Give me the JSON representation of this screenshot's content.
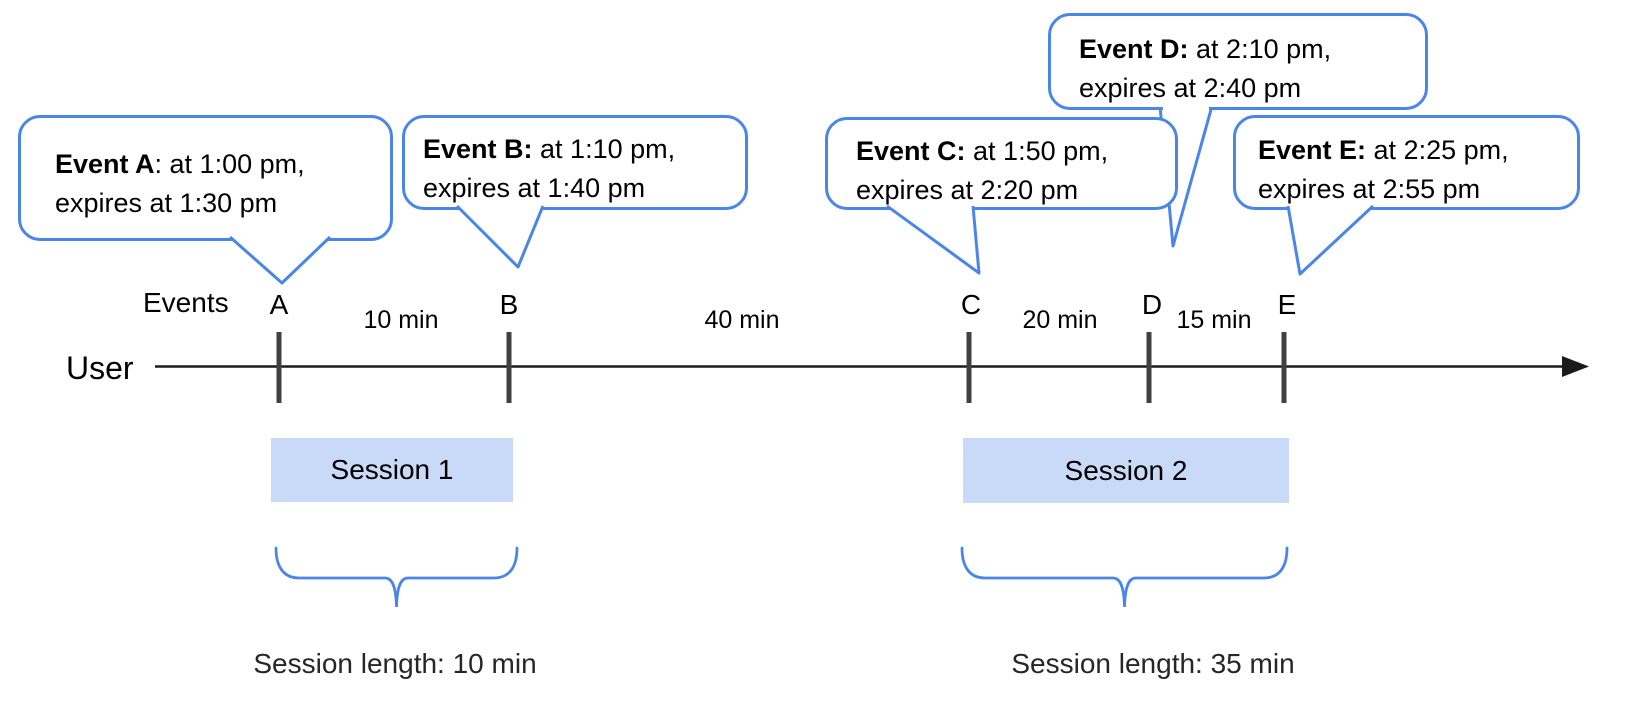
{
  "title": "Events and sessions timeline",
  "colors": {
    "accent_blue": "#4a86e8",
    "session_fill": "#c9daf8",
    "axis_black": "#1a1a1a",
    "tick_gray": "#404040"
  },
  "bubbles": [
    {
      "event": "A",
      "bold": "Event A",
      "rest": ": at 1:00 pm,",
      "line2": "expires at 1:30 pm"
    },
    {
      "event": "B",
      "bold": "Event B:",
      "rest": " at 1:10 pm,",
      "line2": "expires at 1:40 pm"
    },
    {
      "event": "C",
      "bold": "Event C:",
      "rest": " at 1:50 pm,",
      "line2": "expires at 2:20 pm"
    },
    {
      "event": "D",
      "bold": "Event D:",
      "rest": " at 2:10 pm,",
      "line2": "expires at 2:40 pm"
    },
    {
      "event": "E",
      "bold": "Event E:",
      "rest": " at 2:25 pm,",
      "line2": "expires at 2:55 pm"
    }
  ],
  "timeline": {
    "events_label": "Events",
    "user_label": "User",
    "ticks": [
      "A",
      "B",
      "C",
      "D",
      "E"
    ],
    "gaps": [
      "10 min",
      "40 min",
      "20 min",
      "15 min"
    ]
  },
  "sessions": [
    {
      "label": "Session 1",
      "length_label": "Session length: 10 min"
    },
    {
      "label": "Session 2",
      "length_label": "Session length: 35 min"
    }
  ]
}
